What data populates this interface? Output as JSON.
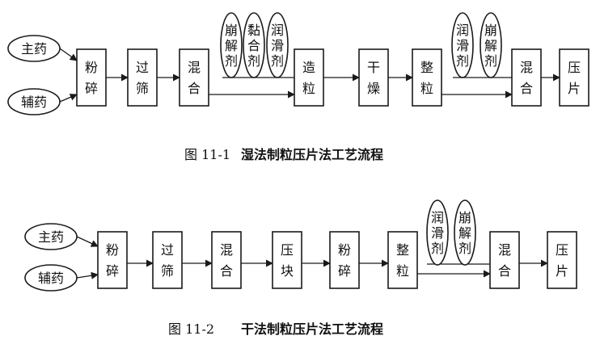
{
  "figure1": {
    "inputs": [
      "主药",
      "辅药"
    ],
    "steps": [
      "粉碎",
      "过筛",
      "混合",
      "造粒",
      "干燥",
      "整粒",
      "混合",
      "压片"
    ],
    "additives_a": [
      "崩解剂",
      "黏合剂",
      "润滑剂"
    ],
    "additives_b": [
      "润滑剂",
      "崩解剂"
    ],
    "caption_number": "图 11-1",
    "caption_title": "湿法制粒压片法工艺流程"
  },
  "figure2": {
    "inputs": [
      "主药",
      "辅药"
    ],
    "steps": [
      "粉碎",
      "过筛",
      "混合",
      "压块",
      "粉碎",
      "整粒",
      "混合",
      "压片"
    ],
    "additives": [
      "润滑剂",
      "崩解剂"
    ],
    "caption_number": "图 11-2",
    "caption_title": "干法制粒压片法工艺流程"
  }
}
